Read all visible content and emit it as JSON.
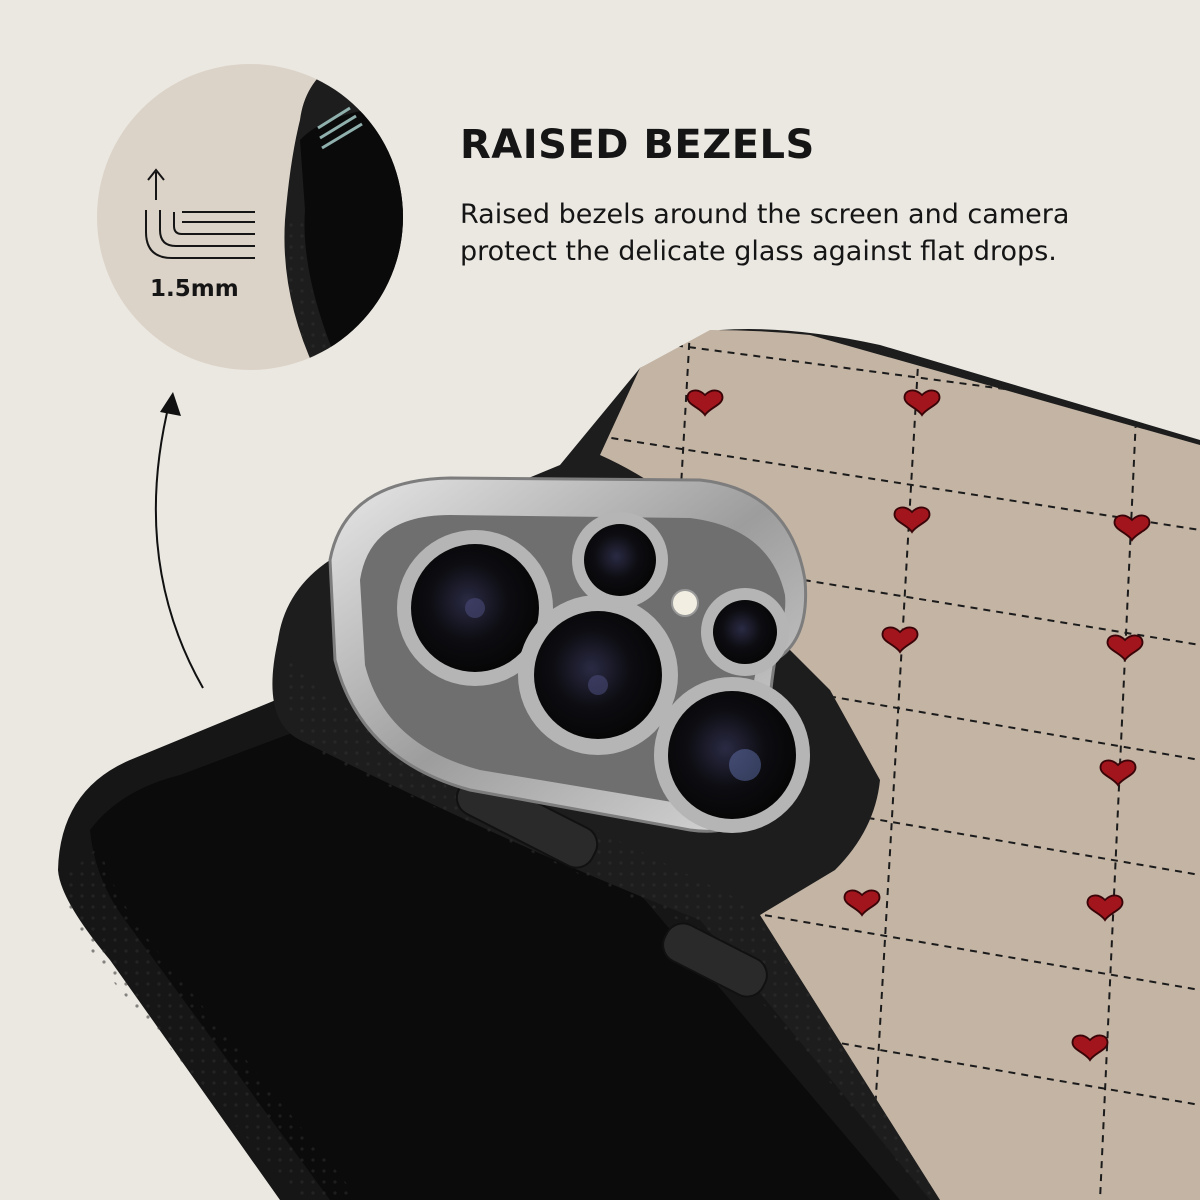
{
  "feature": {
    "title": "RAISED BEZELS",
    "description_lines": [
      "Raised bezels around the screen and camera",
      "protect the delicate glass against flat drops."
    ]
  },
  "inset": {
    "measurement": "1.5mm",
    "icon": "bezel-height-arrow-icon"
  },
  "colors": {
    "background": "#ebe8e2",
    "inset_circle": "#dcd3c8",
    "case_black": "#1c1c1c",
    "back_panel": "#c3b4a4",
    "heart": "#a3151d",
    "camera_ring": "#c4c4c4"
  }
}
